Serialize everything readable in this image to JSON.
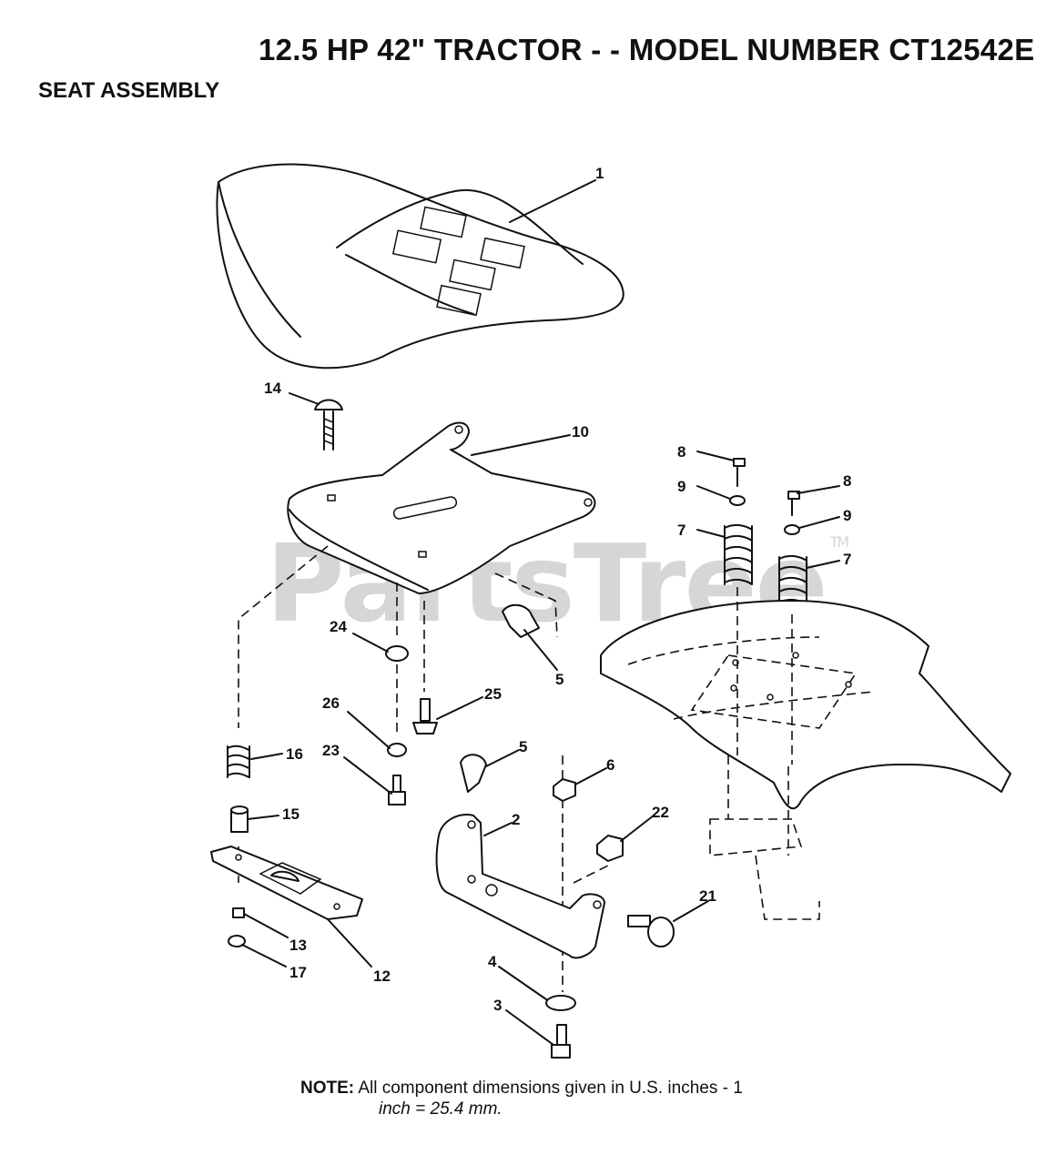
{
  "header": {
    "title": "12.5 HP 42\" TRACTOR - - MODEL NUMBER CT12542E",
    "section": "SEAT ASSEMBLY"
  },
  "watermark": {
    "text": "PartsTree",
    "mark": "TM"
  },
  "callouts": [
    {
      "id": "c1",
      "label": "1"
    },
    {
      "id": "c14",
      "label": "14"
    },
    {
      "id": "c10",
      "label": "10"
    },
    {
      "id": "c8a",
      "label": "8"
    },
    {
      "id": "c9a",
      "label": "9"
    },
    {
      "id": "c7a",
      "label": "7"
    },
    {
      "id": "c8b",
      "label": "8"
    },
    {
      "id": "c9b",
      "label": "9"
    },
    {
      "id": "c7b",
      "label": "7"
    },
    {
      "id": "c24",
      "label": "24"
    },
    {
      "id": "c5a",
      "label": "5"
    },
    {
      "id": "c26",
      "label": "26"
    },
    {
      "id": "c25",
      "label": "25"
    },
    {
      "id": "c23",
      "label": "23"
    },
    {
      "id": "c16",
      "label": "16"
    },
    {
      "id": "c5b",
      "label": "5"
    },
    {
      "id": "c6",
      "label": "6"
    },
    {
      "id": "c15",
      "label": "15"
    },
    {
      "id": "c2",
      "label": "2"
    },
    {
      "id": "c22",
      "label": "22"
    },
    {
      "id": "c21",
      "label": "21"
    },
    {
      "id": "c13",
      "label": "13"
    },
    {
      "id": "c17",
      "label": "17"
    },
    {
      "id": "c12",
      "label": "12"
    },
    {
      "id": "c4",
      "label": "4"
    },
    {
      "id": "c3",
      "label": "3"
    }
  ],
  "note": {
    "label": "NOTE:",
    "line1": "All component dimensions given in U.S. inches - 1",
    "line2": "inch = 25.4 mm."
  }
}
